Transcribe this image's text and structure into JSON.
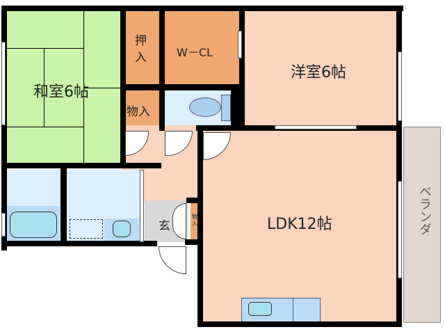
{
  "floorplan": {
    "rooms": {
      "washitsu": {
        "label": "和室6帖",
        "color": "#c8f5a8"
      },
      "oshiire": {
        "label_line1": "押",
        "label_line2": "入",
        "color": "#f0a870"
      },
      "wcl": {
        "label": "W－CL",
        "color": "#f0a870"
      },
      "monoire": {
        "label": "物入",
        "color": "#f0a870"
      },
      "youshitsu": {
        "label": "洋室6帖",
        "color": "#fdd4bc"
      },
      "toilet": {
        "label": "",
        "color": "#dcefff"
      },
      "ldk": {
        "label": "LDK12帖",
        "color": "#fdd4bc"
      },
      "bath": {
        "label": "",
        "color": "#dcefff"
      },
      "washroom": {
        "label": "",
        "color": "#dcefff"
      },
      "genkan": {
        "label": "玄",
        "color": "#d8d8d8"
      },
      "shoe_storage": {
        "label_line1": "物",
        "label_line2": "入",
        "color": "#f0a870"
      },
      "veranda": {
        "label": "ベランダ",
        "color": "#e0d8d0"
      },
      "hallway": {
        "label": "",
        "color": "#fdd4bc"
      }
    },
    "fixtures": {
      "bathtub_color": "#a8e0f0",
      "toilet_color": "#a8d0f0",
      "sink_color": "#a8d0f0",
      "kitchen_color": "#b8dcf8"
    },
    "wall_color": "#000000"
  }
}
